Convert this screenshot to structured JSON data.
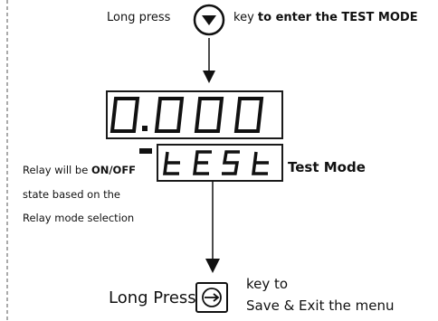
{
  "top": {
    "long_press": "Long press",
    "key_word": "key",
    "enter_text": "to enter the TEST MODE",
    "down_key_icon": "down-triangle-key-icon"
  },
  "display": {
    "upper_readout": "0.000",
    "lower_readout": "tESt",
    "mode_label": "Test Mode",
    "minus_indicator": "-"
  },
  "relay_note": {
    "line1_prefix": "Relay will be ",
    "line1_bold": "ON/OFF",
    "line2": "state based on the",
    "line3": "Relay mode selection"
  },
  "bottom": {
    "long_press": "Long Press",
    "key_line1": "key to",
    "key_line2": "Save & Exit  the menu",
    "enter_key_icon": "enter-key-icon"
  },
  "colors": {
    "ink": "#111111",
    "frame": "#1a1a1a",
    "dashed": "#555555"
  }
}
